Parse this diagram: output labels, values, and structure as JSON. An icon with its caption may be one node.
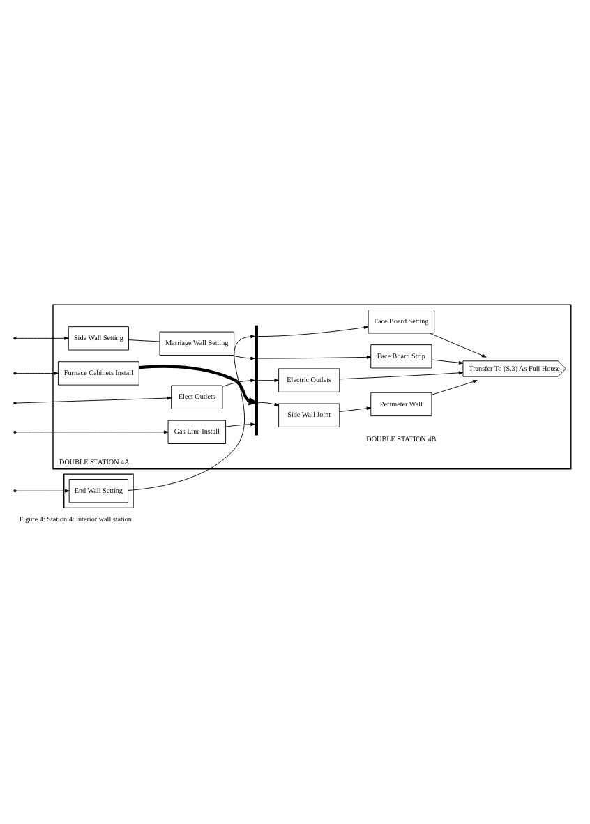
{
  "diagram": {
    "caption": "Figure 4: Station 4: interior wall station",
    "nodes": [
      {
        "text": [],
        "shape": "box"
      },
      {
        "text": [
          "End Wall Setting"
        ],
        "in": 0
      },
      {
        "text": [
          "DOUBLE STATION 4A"
        ]
      },
      {
        "text": [
          "Side Wall Setting"
        ],
        "in": 2
      },
      {
        "text": [
          "Marriage Wall Setting"
        ],
        "in": 2
      },
      {
        "text": [
          "Elect Outlets"
        ],
        "in": 2
      },
      {
        "text": [
          "Furnace Cabinets Install"
        ],
        "in": 2
      },
      {
        "text": [
          "Gas Line Install"
        ],
        "in": 2
      },
      {
        "text": [],
        "shape": "bar",
        "in": 2
      },
      {
        "text": [
          "Face Board Setting"
        ],
        "in": 2
      },
      {
        "text": [
          "Face Board Strip"
        ],
        "in": 2
      },
      {
        "text": [
          "Electric Outlets"
        ],
        "in": 2
      },
      {
        "text": [
          "Side Wall Joint"
        ],
        "in": 2
      },
      {
        "text": [
          "Perimeter Wall"
        ],
        "in": 2
      },
      {
        "text": [
          "Transfer To (S.3) As Full House"
        ],
        "in": 2
      }
    ],
    "edges": [
      {
        "from": null,
        "to": 1,
        "arrow": "to"
      },
      {
        "from": null,
        "to": 3,
        "arrow": "to"
      },
      {
        "from": null,
        "to": 5,
        "arrow": "to"
      },
      {
        "from": null,
        "to": 6,
        "arrow": "to"
      },
      {
        "from": null,
        "to": 7,
        "arrow": "to"
      },
      {
        "from": 3,
        "to": 4,
        "arrow": "none"
      },
      {
        "from": 1,
        "to": 8,
        "arrow": "to"
      },
      {
        "from": 4,
        "to": 8,
        "arrow": "to"
      },
      {
        "from": 5,
        "to": 8,
        "arrow": "to"
      },
      {
        "from": 6,
        "to": 8,
        "arrow": "to",
        "style": "thick"
      },
      {
        "from": 7,
        "to": 8,
        "arrow": "to"
      },
      {
        "from": 8,
        "to": 9,
        "arrow": "to"
      },
      {
        "from": 8,
        "to": 10,
        "arrow": "to"
      },
      {
        "from": 8,
        "to": 11,
        "arrow": "to"
      },
      {
        "from": 8,
        "to": 12,
        "arrow": "to"
      },
      {
        "from": 9,
        "to": 14,
        "arrow": "to"
      },
      {
        "from": 10,
        "to": 14,
        "arrow": "to"
      },
      {
        "from": 11,
        "to": 14,
        "arrow": "to"
      },
      {
        "from": 12,
        "to": 13,
        "arrow": "to"
      },
      {
        "from": 13,
        "to": 14,
        "arrow": "to"
      }
    ],
    "labels": [
      "DOUBLE STATION 4B"
    ]
  }
}
